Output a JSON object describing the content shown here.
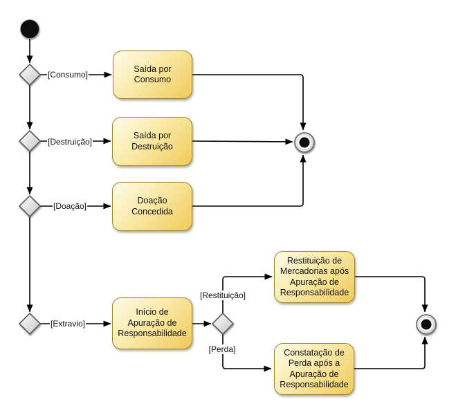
{
  "diagram": {
    "type": "uml-activity-diagram",
    "activities": [
      {
        "id": "saida-consumo",
        "label": "Saída por\nConsumo"
      },
      {
        "id": "saida-destruicao",
        "label": "Saída por\nDestruição"
      },
      {
        "id": "doacao-concedida",
        "label": "Doação\nConcedida"
      },
      {
        "id": "inicio-apuracao",
        "label": "Início de\nApuração de\nResponsabilidade"
      },
      {
        "id": "restituicao-mercadorias",
        "label": "Restituição de\nMercadorias após\nApuração de\nResponsabilidade"
      },
      {
        "id": "constatacao-perda",
        "label": "Constatação de\nPerda após a\nApuração de\nResponsabilidade"
      }
    ],
    "guards": [
      {
        "id": "consumo",
        "label": "[Consumo]"
      },
      {
        "id": "destruicao",
        "label": "[Destruição]"
      },
      {
        "id": "doacao",
        "label": "[Doação]"
      },
      {
        "id": "extravio",
        "label": "[Extravio]"
      },
      {
        "id": "restituicao",
        "label": "[Restituição]"
      },
      {
        "id": "perda",
        "label": "[Perda]"
      }
    ],
    "colors": {
      "background": "#FFFFFF",
      "activity_fill_light": "#FEFCE9",
      "activity_fill_dark": "#F1CB5A",
      "activity_border": "#A08430",
      "decision_fill_light": "#FFFFFF",
      "decision_fill_dark": "#C4C4C4",
      "decision_border": "#5F5F5F",
      "final_node_ring": "#707070",
      "edge_color": "#000000"
    }
  }
}
